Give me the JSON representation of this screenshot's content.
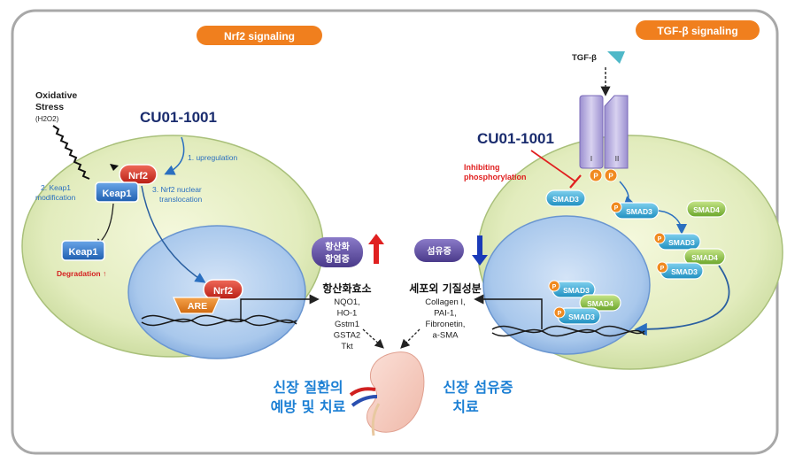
{
  "frame": {
    "border_color": "#a8a8a8"
  },
  "left_panel": {
    "header": "Nrf2 signaling",
    "header_color": "#f07f1e",
    "stress_label_line1": "Oxidative",
    "stress_label_line2": "Stress",
    "stress_label_line3": "(H2O2)",
    "drug_label": "CU01-1001",
    "step1": "1. upregulation",
    "step2_line1": "2. Keap1",
    "step2_line2": "modification",
    "step3_line1": "3. Nrf2 nuclear",
    "step3_line2": "translocation",
    "nrf2": "Nrf2",
    "keap1": "Keap1",
    "keap1_free": "Keap1",
    "degradation": "Degradation ↑",
    "nrf2_nuclear": "Nrf2",
    "are": "ARE",
    "badge_line1": "항산화",
    "badge_line2": "항염증",
    "up_arrow_color": "#e02020"
  },
  "right_panel": {
    "header": "TGF-β signaling",
    "header_color": "#f07f1e",
    "ligand_label": "TGF-β",
    "drug_label": "CU01-1001",
    "inhibit_line1": "Inhibiting",
    "inhibit_line2": "phosphorylation",
    "receptor_i": "I",
    "receptor_ii": "II",
    "p": "P",
    "smad3": "SMAD3",
    "smad4": "SMAD4",
    "badge_label": "섬유증",
    "down_arrow_color": "#1a3ab8"
  },
  "center": {
    "antioxidant_title": "항산화효소",
    "antioxidant_genes": [
      "NQO1,",
      "HO-1",
      "Gstm1",
      "GSTA2",
      "Tkt"
    ],
    "ecm_title": "세포외 기질성분",
    "ecm_genes": [
      "Collagen I,",
      "PAI-1,",
      "Fibronetin,",
      "a-SMA"
    ],
    "outcome_left_line1": "신장 질환의",
    "outcome_left_line2": "예방 및 치료",
    "outcome_right_line1": "신장 섬유증",
    "outcome_right_line2": "치료",
    "outcome_color": "#1b7fd4"
  }
}
